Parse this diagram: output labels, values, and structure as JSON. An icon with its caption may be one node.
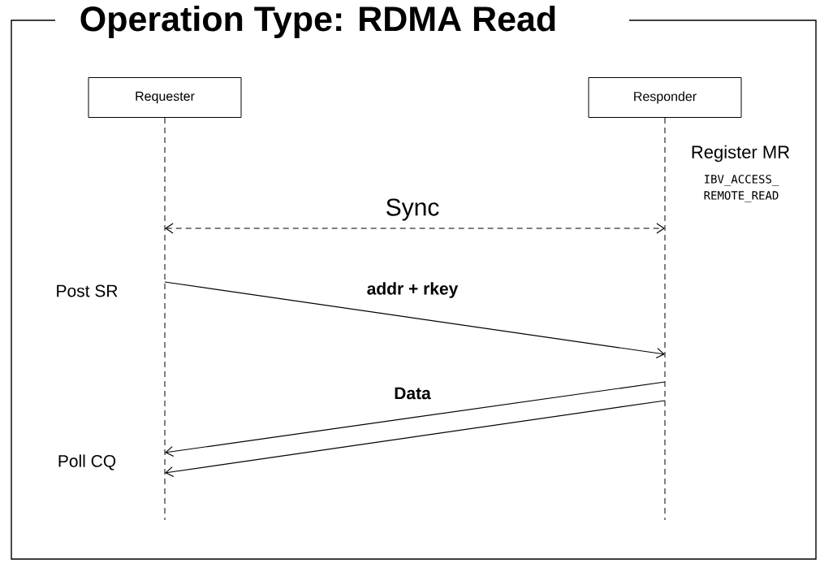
{
  "diagram": {
    "title": "Operation Type: RDMA Read",
    "nodes": [
      {
        "text": [
          "Requester"
        ]
      },
      {
        "text": [
          "Responder"
        ]
      }
    ],
    "edges": [
      {
        "from": 0,
        "to": 1,
        "arrow": "both",
        "style": "dashed",
        "label": "Sync"
      },
      {
        "from": 0,
        "to": 1,
        "arrow": "to",
        "label": "addr + rkey"
      },
      {
        "from": 1,
        "to": 0,
        "arrow": "to",
        "label": "Data"
      },
      {
        "from": 1,
        "to": 0,
        "arrow": "to"
      }
    ],
    "labels": [
      "Register MR",
      "IBV_ACCESS_ REMOTE_READ",
      "Post SR",
      "Poll CQ"
    ]
  }
}
